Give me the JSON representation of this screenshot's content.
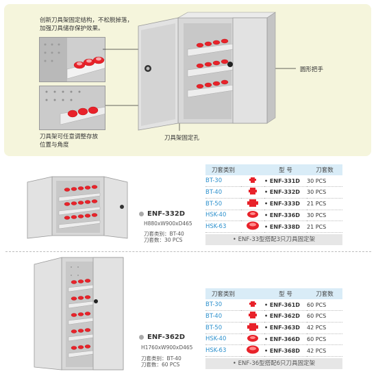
{
  "feature": {
    "desc_top": [
      "创新刀具架固定结构，不松脱掉落，",
      "加强刀具储存保护效果。"
    ],
    "desc_bottom": [
      "刀具架可任意调整存放",
      "位置与角度"
    ],
    "handle_label": "圆形把手",
    "fix_hole_label": "刀具架固定孔"
  },
  "table_headers": [
    "刀套类别",
    "型  号",
    "刀套数"
  ],
  "products": [
    {
      "model": "ENF-332D",
      "dimensions": "H880xW900xD465",
      "spec_type": "刀套类别：BT-40",
      "spec_count": "刀套数：30 PCS",
      "rows": [
        {
          "cat": "BT-30",
          "code": "ENF-331D",
          "qty": "30 PCS"
        },
        {
          "cat": "BT-40",
          "code": "ENF-332D",
          "qty": "30 PCS"
        },
        {
          "cat": "BT-50",
          "code": "ENF-333D",
          "qty": "21 PCS"
        },
        {
          "cat": "HSK-40",
          "code": "ENF-336D",
          "qty": "30 PCS"
        },
        {
          "cat": "HSK-63",
          "code": "ENF-338D",
          "qty": "21 PCS"
        }
      ],
      "note": "• ENF-33型搭配3只刀具固定架"
    },
    {
      "model": "ENF-362D",
      "dimensions": "H1760xW900xD465",
      "spec_type": "刀套类别：BT-40",
      "spec_count": "刀套数：60 PCS",
      "rows": [
        {
          "cat": "BT-30",
          "code": "ENF-361D",
          "qty": "60 PCS"
        },
        {
          "cat": "BT-40",
          "code": "ENF-362D",
          "qty": "60 PCS"
        },
        {
          "cat": "BT-50",
          "code": "ENF-363D",
          "qty": "42 PCS"
        },
        {
          "cat": "HSK-40",
          "code": "ENF-366D",
          "qty": "60 PCS"
        },
        {
          "cat": "HSK-63",
          "code": "ENF-368D",
          "qty": "42 PCS"
        }
      ],
      "note": "• ENF-36型搭配6只刀具固定架"
    }
  ],
  "colors": {
    "accent_red": "#e8222a",
    "category_blue": "#2a8fcc",
    "header_blue": "#d9ecf7",
    "panel_bg": "#f5f5dc"
  }
}
